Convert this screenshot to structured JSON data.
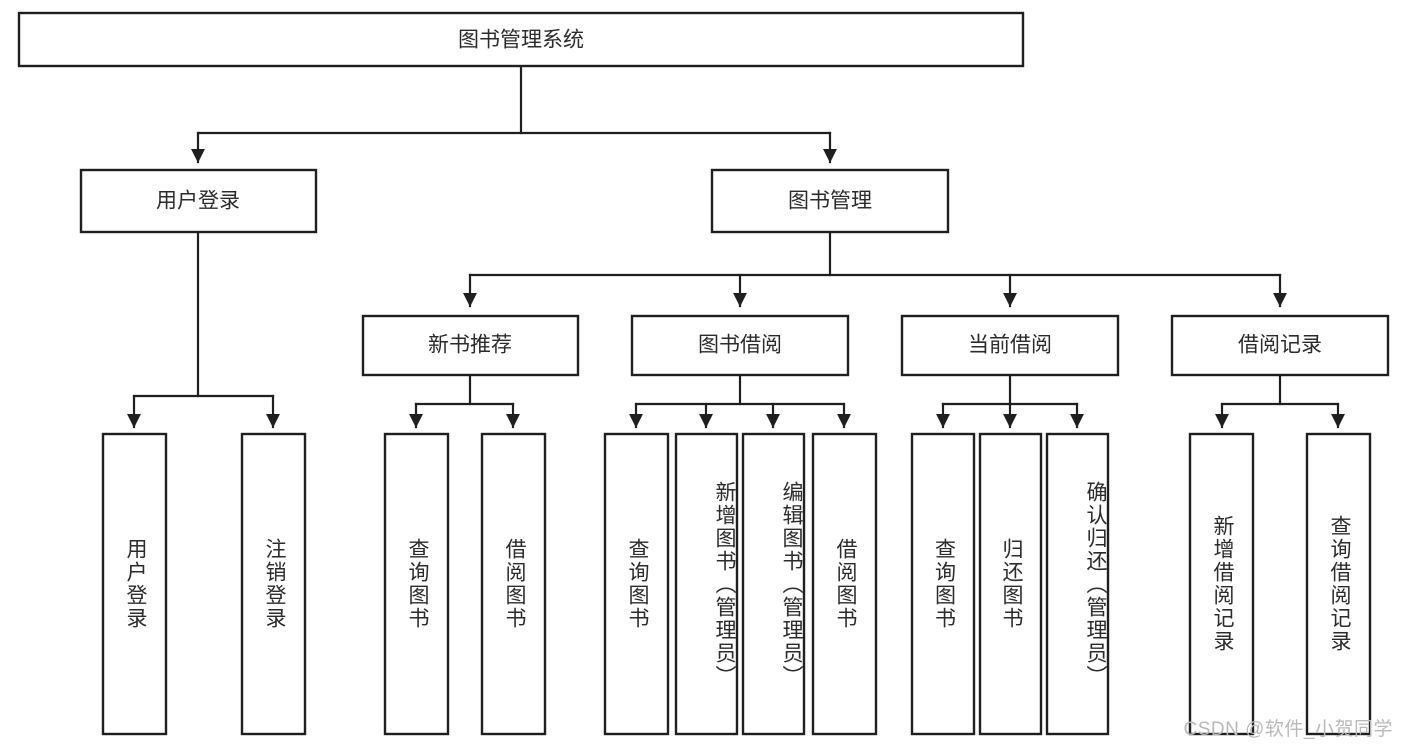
{
  "diagram": {
    "type": "tree-hierarchy",
    "title": "图书管理系统",
    "watermark": "CSDN @软件_小贺同学",
    "colors": {
      "box_stroke": "#1f1f1f",
      "box_fill": "#ffffff",
      "connector": "#1f1f1f",
      "text": "#2b2b2b",
      "watermark": "#b9b9b9",
      "background": "#ffffff"
    },
    "levels": {
      "root": "图书管理系统",
      "level2": [
        "用户登录",
        "图书管理"
      ],
      "level3": [
        "新书推荐",
        "图书借阅",
        "当前借阅",
        "借阅记录"
      ]
    },
    "nodes": {
      "root": {
        "label": "图书管理系统",
        "orientation": "horizontal"
      },
      "user_login": {
        "label": "用户登录",
        "orientation": "horizontal"
      },
      "book_manage": {
        "label": "图书管理",
        "orientation": "horizontal"
      },
      "new_book_rec": {
        "label": "新书推荐",
        "orientation": "horizontal"
      },
      "book_borrow": {
        "label": "图书借阅",
        "orientation": "horizontal"
      },
      "current_borrow": {
        "label": "当前借阅",
        "orientation": "horizontal"
      },
      "borrow_record": {
        "label": "借阅记录",
        "orientation": "horizontal"
      },
      "leaf_user_login": {
        "label": "用户登录",
        "orientation": "vertical"
      },
      "leaf_logout": {
        "label": "注销登录",
        "orientation": "vertical"
      },
      "leaf_query_book_1": {
        "label": "查询图书",
        "orientation": "vertical"
      },
      "leaf_borrow_book_1": {
        "label": "借阅图书",
        "orientation": "vertical"
      },
      "leaf_query_book_2": {
        "label": "查询图书",
        "orientation": "vertical"
      },
      "leaf_add_book": {
        "label": "新增图书（管理员）",
        "orientation": "vertical"
      },
      "leaf_edit_book": {
        "label": "编辑图书（管理员）",
        "orientation": "vertical"
      },
      "leaf_borrow_book_2": {
        "label": "借阅图书",
        "orientation": "vertical"
      },
      "leaf_query_book_3": {
        "label": "查询图书",
        "orientation": "vertical"
      },
      "leaf_return_book": {
        "label": "归还图书",
        "orientation": "vertical"
      },
      "leaf_confirm_return": {
        "label": "确认归还（管理员）",
        "orientation": "vertical"
      },
      "leaf_add_record": {
        "label": "新增借阅记录",
        "orientation": "vertical"
      },
      "leaf_query_record": {
        "label": "查询借阅记录",
        "orientation": "vertical"
      }
    },
    "edges": [
      {
        "from": "图书管理系统",
        "to": "用户登录"
      },
      {
        "from": "图书管理系统",
        "to": "图书管理"
      },
      {
        "from": "用户登录",
        "to": "用户登录"
      },
      {
        "from": "用户登录",
        "to": "注销登录"
      },
      {
        "from": "图书管理",
        "to": "新书推荐"
      },
      {
        "from": "图书管理",
        "to": "图书借阅"
      },
      {
        "from": "图书管理",
        "to": "当前借阅"
      },
      {
        "from": "图书管理",
        "to": "借阅记录"
      },
      {
        "from": "新书推荐",
        "to": "查询图书"
      },
      {
        "from": "新书推荐",
        "to": "借阅图书"
      },
      {
        "from": "图书借阅",
        "to": "查询图书"
      },
      {
        "from": "图书借阅",
        "to": "新增图书（管理员）"
      },
      {
        "from": "图书借阅",
        "to": "编辑图书（管理员）"
      },
      {
        "from": "图书借阅",
        "to": "借阅图书"
      },
      {
        "from": "当前借阅",
        "to": "查询图书"
      },
      {
        "from": "当前借阅",
        "to": "归还图书"
      },
      {
        "from": "当前借阅",
        "to": "确认归还（管理员）"
      },
      {
        "from": "借阅记录",
        "to": "新增借阅记录"
      },
      {
        "from": "借阅记录",
        "to": "查询借阅记录"
      }
    ]
  }
}
